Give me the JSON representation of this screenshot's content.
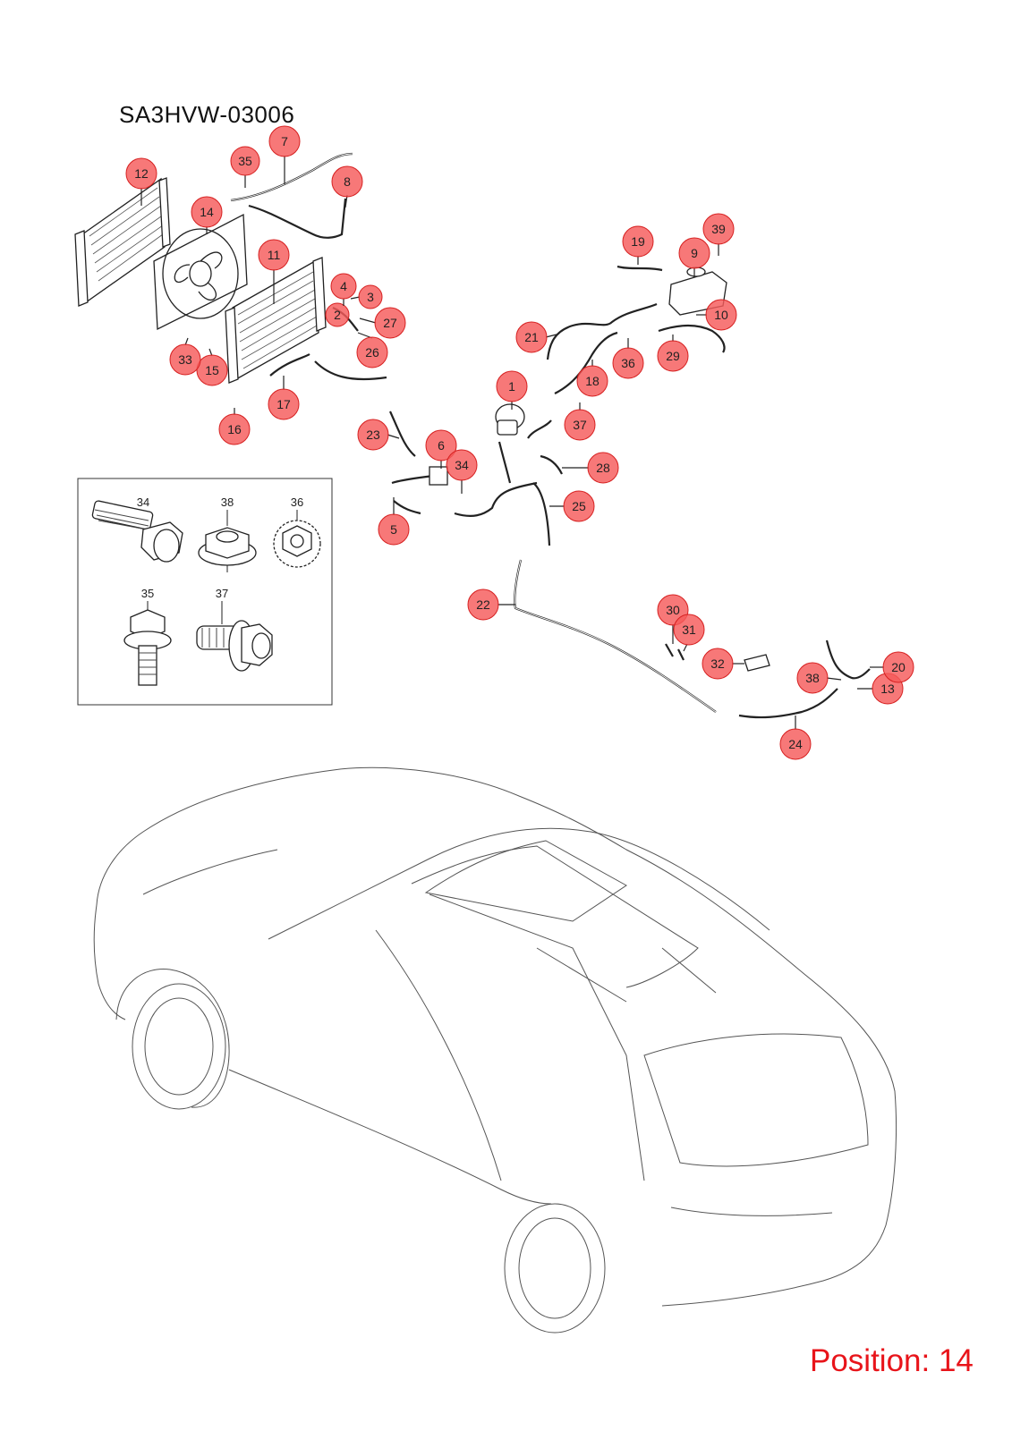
{
  "diagram": {
    "title": "SA3HVW-03006",
    "position_label": "Position: 14",
    "accent_color": "#e8141a",
    "callout_color": "#f55a5a",
    "callouts": [
      "1",
      "2",
      "3",
      "4",
      "5",
      "6",
      "7",
      "8",
      "9",
      "10",
      "11",
      "12",
      "13",
      "14",
      "15",
      "16",
      "17",
      "18",
      "19",
      "20",
      "21",
      "22",
      "23",
      "24",
      "25",
      "26",
      "27",
      "28",
      "29",
      "30",
      "31",
      "32",
      "33",
      "34",
      "35",
      "36",
      "37",
      "38",
      "39"
    ],
    "fastener_legend": {
      "items": [
        {
          "label": "34",
          "icon": "flange-bolt-long-icon"
        },
        {
          "label": "38",
          "icon": "flange-nut-icon"
        },
        {
          "label": "36",
          "icon": "serrated-flange-nut-icon"
        },
        {
          "label": "35",
          "icon": "flange-bolt-short-icon"
        },
        {
          "label": "37",
          "icon": "flange-bolt-side-icon"
        }
      ]
    }
  }
}
